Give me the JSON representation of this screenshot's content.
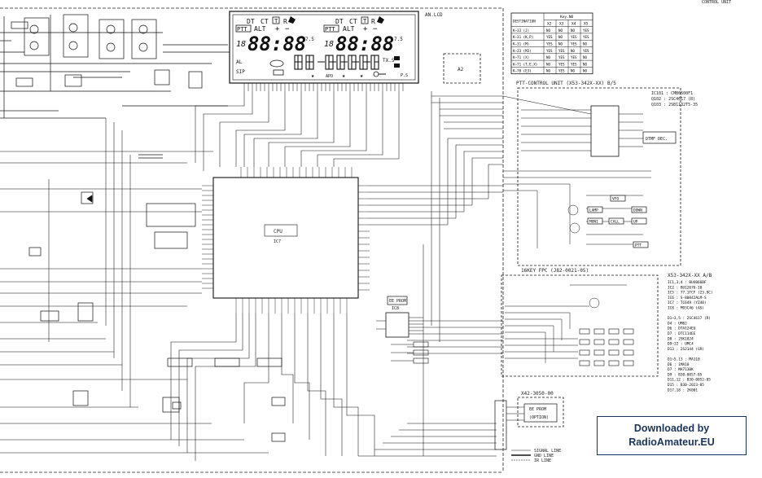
{
  "lcd": {
    "dt": "DT",
    "ct": "CT",
    "t": "T",
    "r": "R",
    "ptt": "PTT",
    "alt": "ALT",
    "plus": "+",
    "minus": "−",
    "digits_big": "18",
    "digits_main": "88:88",
    "digits_sub": "7.5",
    "al": "AL",
    "sip": "SIP",
    "txs": "TX.S",
    "apo": "APO",
    "ps": "P.S",
    "section_label": "AN.LCD"
  },
  "table": {
    "col_dest": "DESTINATION",
    "col_key": "Key.NO",
    "keys": [
      "X2",
      "X3",
      "X4",
      "X5"
    ],
    "rows": [
      [
        "K–33 (J)",
        "NO",
        "NO",
        "NO",
        "YES"
      ],
      [
        "K–31 (K,P)",
        "YES",
        "NO",
        "YES",
        "YES"
      ],
      [
        "K–31 (M)",
        "YES",
        "NO",
        "YES",
        "NO"
      ],
      [
        "K–33 (M3)",
        "YES",
        "YES",
        "NO",
        "YES"
      ],
      [
        "K–71 (X)",
        "NO",
        "YES",
        "YES",
        "NO"
      ],
      [
        "K–71 (T,E,X)",
        "NO",
        "YES",
        "YES",
        "NO"
      ],
      [
        "K–78 (E3)",
        "NO",
        "YES",
        "NO",
        "NO"
      ]
    ]
  },
  "ptt": {
    "title": "PTT-CONTROL UNIT (X53-342X-XX) B/S",
    "ic_list": [
      "IC101 : CMB6500F1",
      "Q102 : 2SC4617 (R)",
      "Q103 : 2SB1132T5-35"
    ],
    "dtmf": "DTMF DEC."
  },
  "cpu": {
    "name": "CPU",
    "ref": "IC7"
  },
  "eeprom": {
    "label": "EE PROM",
    "ref": "IC8"
  },
  "fpc": {
    "title": "16KEY FPC (J82-0021-05)"
  },
  "parts": {
    "title": "X53-342X-XX A/B",
    "lines": [
      "IC1,3,4 : BU4066BF",
      "IC2 : BU12676-10",
      "IC5 : 77.1TCF (23.9C)",
      "IC6 : S-80842ALM-S",
      "IC7 : TC649 (YZ40)",
      "IC8 : M93C46 (AS)",
      "",
      "D1~3,5 : 2SC4617 (R)",
      "D4 : UM62",
      "D6 : DTA124EU",
      "D7 : DTC114EE",
      "D8 : 2SK1824",
      "D9~12 : UMC4",
      "D13 : 2SJ144 (GR)",
      "",
      "D1~5,13 : MA110",
      "D6 : 1MA10",
      "D7 : MA7130K",
      "D9 : B30-0057-05",
      "D11,12 : B30-0052-05",
      "D15 : B30-2023-05",
      "D17,18 : 2K001"
    ]
  },
  "x42": {
    "title": "X42-3050-00",
    "eeprom": "EE PROM",
    "option": "(OPTION)"
  },
  "legend": [
    "SIGNAL LINE",
    "GND LINE",
    "IR LINE"
  ],
  "a2": "A2",
  "corner": "CONTROL UNIT",
  "badge": {
    "line1": "Downloaded by",
    "line2": "RadioAmateur.EU"
  },
  "keys_ptt": [
    "PTT",
    "LAMP",
    "MONI",
    "CALL",
    "VFO",
    "DOWN",
    "UP"
  ]
}
